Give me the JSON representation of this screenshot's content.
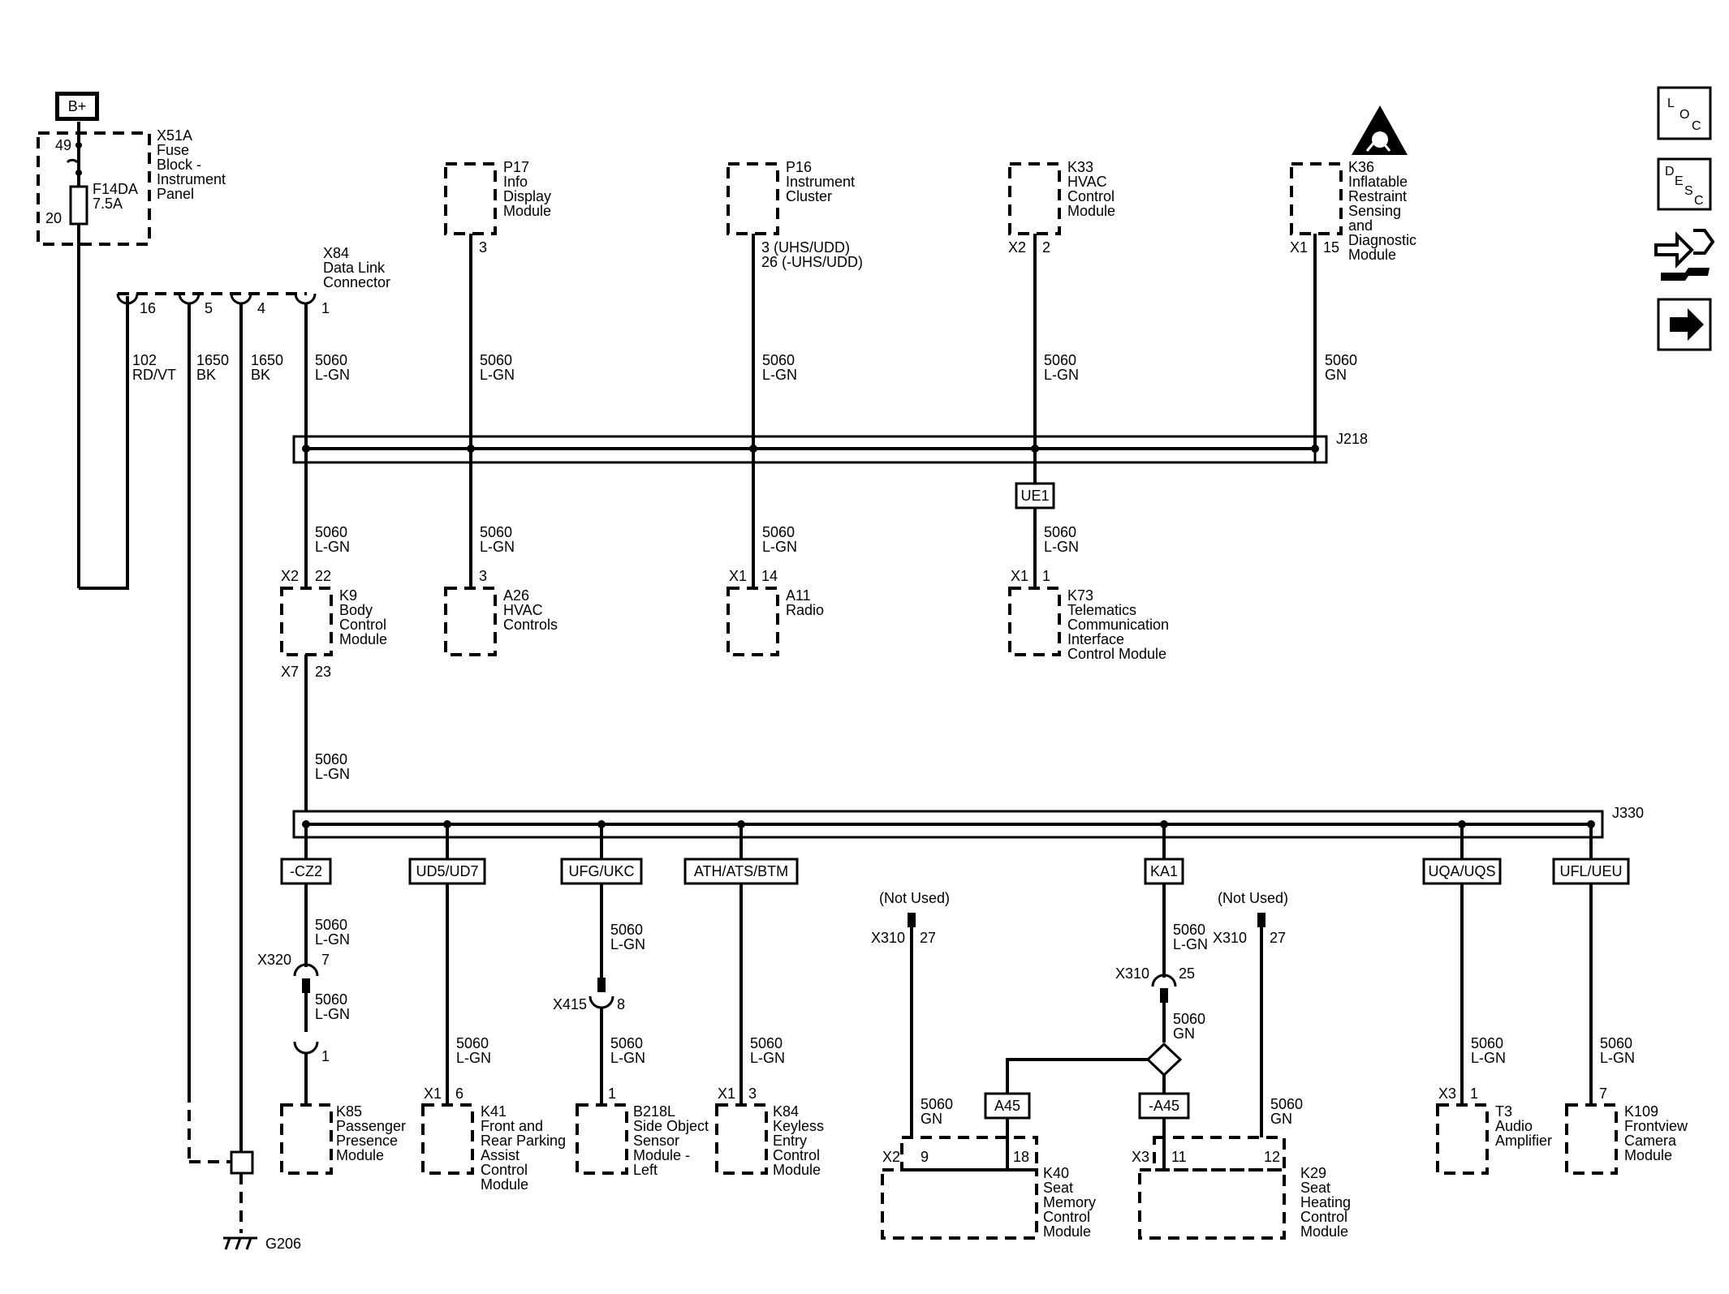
{
  "supply": {
    "label": "B+"
  },
  "fuse_block": {
    "lines": [
      "X51A",
      "Fuse",
      "Block -",
      "Instrument",
      "Panel"
    ],
    "fuse_lines": [
      "F14DA",
      "7.5A"
    ],
    "pin_top": "49",
    "pin_bottom": "20"
  },
  "dlc": {
    "lines": [
      "X84",
      "Data Link",
      "Connector"
    ],
    "pins": [
      "16",
      "5",
      "4",
      "1"
    ],
    "wires": [
      {
        "circuit": "102",
        "color": "RD/VT"
      },
      {
        "circuit": "1650",
        "color": "BK"
      },
      {
        "circuit": "1650",
        "color": "BK"
      },
      {
        "circuit": "5060",
        "color": "L-GN"
      }
    ]
  },
  "top_modules": [
    {
      "lines": [
        "P17",
        "Info",
        "Display",
        "Module"
      ],
      "conn": "",
      "pin": "3",
      "circuit": "5060",
      "color": "L-GN"
    },
    {
      "lines": [
        "P16",
        "Instrument",
        "Cluster"
      ],
      "conn": "",
      "pin": "3 (UHS/UDD)",
      "pin2": "26 (-UHS/UDD)",
      "circuit": "5060",
      "color": "L-GN"
    },
    {
      "lines": [
        "K33",
        "HVAC",
        "Control",
        "Module"
      ],
      "conn": "X2",
      "pin": "2",
      "circuit": "5060",
      "color": "L-GN"
    },
    {
      "lines": [
        "K36",
        "Inflatable",
        "Restraint",
        "Sensing",
        "and",
        "Diagnostic",
        "Module"
      ],
      "conn": "X1",
      "pin": "15",
      "circuit": "5060",
      "color": "GN"
    }
  ],
  "splice1": {
    "label": "J218"
  },
  "splice2": {
    "label": "J330"
  },
  "mid_modules": [
    {
      "lines": [
        "K9",
        "Body",
        "Control",
        "Module"
      ],
      "conn": "X2",
      "pin": "22",
      "conn2": "X7",
      "pin2": "23",
      "circuit": "5060",
      "color": "L-GN"
    },
    {
      "lines": [
        "A26",
        "HVAC",
        "Controls"
      ],
      "conn": "",
      "pin": "3",
      "circuit": "5060",
      "color": "L-GN"
    },
    {
      "lines": [
        "A11",
        "Radio"
      ],
      "conn": "X1",
      "pin": "14",
      "circuit": "5060",
      "color": "L-GN"
    },
    {
      "lines": [
        "K73",
        "Telematics",
        "Communication",
        "Interface",
        "Control Module"
      ],
      "conn": "X1",
      "pin": "1",
      "circuit": "5060",
      "color": "L-GN"
    }
  ],
  "ue1": {
    "label": "UE1"
  },
  "k9_out": {
    "circuit": "5060",
    "color": "L-GN"
  },
  "options": [
    "-CZ2",
    "UD5/UD7",
    "UFG/UKC",
    "ATH/ATS/BTM",
    "KA1",
    "UQA/UQS",
    "UFL/UEU"
  ],
  "bottom": {
    "x320": {
      "conn": "X320",
      "pin_top": "7",
      "pin_bottom": "1",
      "circuit1": "5060",
      "color1": "L-GN",
      "circuit2": "5060",
      "color2": "L-GN"
    },
    "k85": {
      "lines": [
        "K85",
        "Passenger",
        "Presence",
        "Module"
      ]
    },
    "k41": {
      "lines": [
        "K41",
        "Front and",
        "Rear Parking",
        "Assist",
        "Control",
        "Module"
      ],
      "conn": "X1",
      "pin": "6",
      "circuit": "5060",
      "color": "L-GN"
    },
    "x415": {
      "conn": "X415",
      "pin": "8",
      "circuit1": "5060",
      "color1": "L-GN",
      "circuit2": "5060",
      "color2": "L-GN"
    },
    "b218l": {
      "lines": [
        "B218L",
        "Side Object",
        "Sensor",
        "Module -",
        "Left"
      ],
      "pin": "1"
    },
    "k84": {
      "lines": [
        "K84",
        "Keyless",
        "Entry",
        "Control",
        "Module"
      ],
      "conn": "X1",
      "pin": "3",
      "circuit": "5060",
      "color": "L-GN"
    },
    "not_used": "(Not Used)",
    "k40": {
      "lines": [
        "K40",
        "Seat",
        "Memory",
        "Control",
        "Module"
      ],
      "x310": "X310",
      "x310_pin": "27",
      "conn": "X2",
      "pin_a": "9",
      "pin_b": "18",
      "circuit": "5060",
      "color": "GN",
      "opt": "A45"
    },
    "ka1_x310": {
      "conn": "X310",
      "pin": "25",
      "circuit1": "5060",
      "color1": "L-GN",
      "circuit2": "5060",
      "color2": "GN"
    },
    "k29": {
      "lines": [
        "K29",
        "Seat",
        "Heating",
        "Control",
        "Module"
      ],
      "x310": "X310",
      "x310_pin": "27",
      "conn": "X3",
      "pin_a": "11",
      "pin_b": "12",
      "circuit": "5060",
      "color": "GN",
      "opt": "-A45"
    },
    "t3": {
      "lines": [
        "T3",
        "Audio",
        "Amplifier"
      ],
      "conn": "X3",
      "pin": "1",
      "circuit": "5060",
      "color": "L-GN"
    },
    "k109": {
      "lines": [
        "K109",
        "Frontview",
        "Camera",
        "Module"
      ],
      "pin": "7",
      "circuit": "5060",
      "color": "L-GN"
    }
  },
  "ground": {
    "label": "G206"
  },
  "side_icons": {
    "loc": [
      "L",
      "O",
      "C"
    ],
    "desc": [
      "D",
      "E",
      "S",
      "C"
    ],
    "names": [
      "loc-icon",
      "desc-icon",
      "connector-wrench-icon",
      "arrow-right-icon"
    ]
  }
}
